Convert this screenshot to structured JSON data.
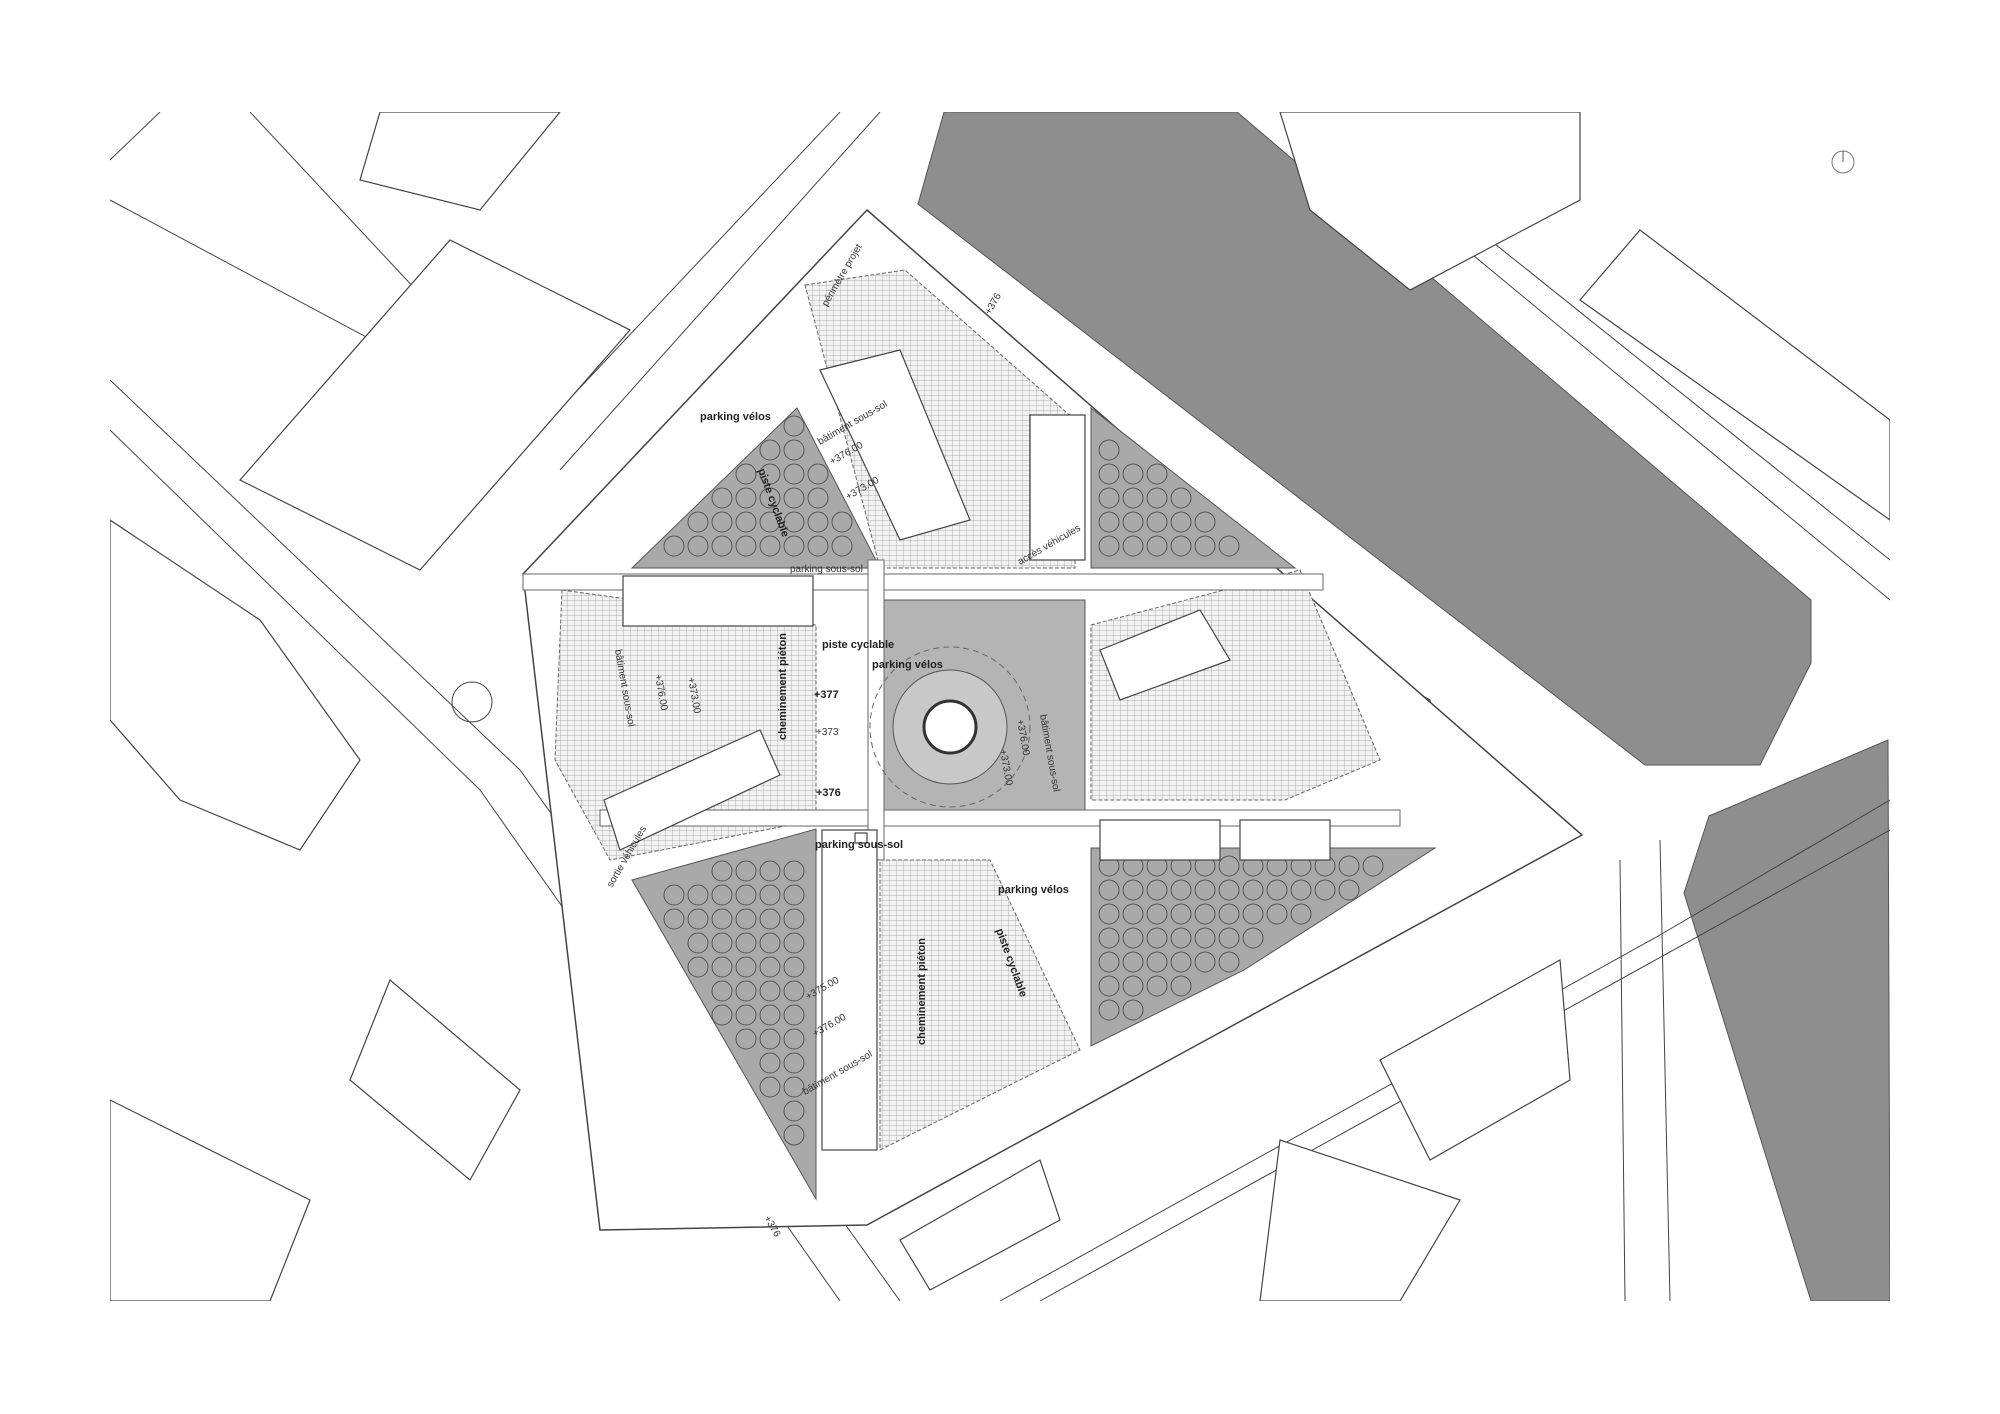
{
  "plan": {
    "colors": {
      "water": "#8e8e8e",
      "grove": "#a9a9a9",
      "plaza": "#b4b4b4",
      "line": "#444444"
    },
    "north_arrow_icon": "north-arrow-icon",
    "labels": {
      "perimetre": "périmètre projet",
      "level_top": "+376",
      "parking_velos_nw": "parking vélos",
      "piste_cyclable_n": "piste cyclable",
      "batiment_sous_sol_n": "bâtiment sous-sol",
      "level_n_376": "+376.00",
      "level_n_373": "+373.00",
      "acces_vehicules": "accès véhicules",
      "parking_sous_sol_n": "parking sous-sol",
      "piste_cyclable_c": "piste cyclable",
      "parking_velos_c": "parking vélos",
      "cheminement_pieton_c": "cheminement piéton",
      "level_377": "+377",
      "level_373": "+373",
      "level_376": "+376",
      "batiment_sous_sol_w": "bâtiment sous-sol",
      "level_w_376": "+376.00",
      "level_w_373": "+373.00",
      "batiment_sous_sol_e": "bâtiment sous-sol",
      "level_e_376": "+376.00",
      "level_e_373": "+373.00",
      "parking_sous_sol_s": "parking sous-sol",
      "sortie_vehicules": "sortie véhicules",
      "parking_velos_se": "parking vélos",
      "piste_cyclable_se": "piste cyclable",
      "cheminement_pieton_s": "cheminement piéton",
      "level_s_375": "+375.00",
      "level_s_376": "+376.00",
      "batiment_sous_sol_s": "bâtiment sous-sol",
      "level_bottom": "+376"
    }
  }
}
